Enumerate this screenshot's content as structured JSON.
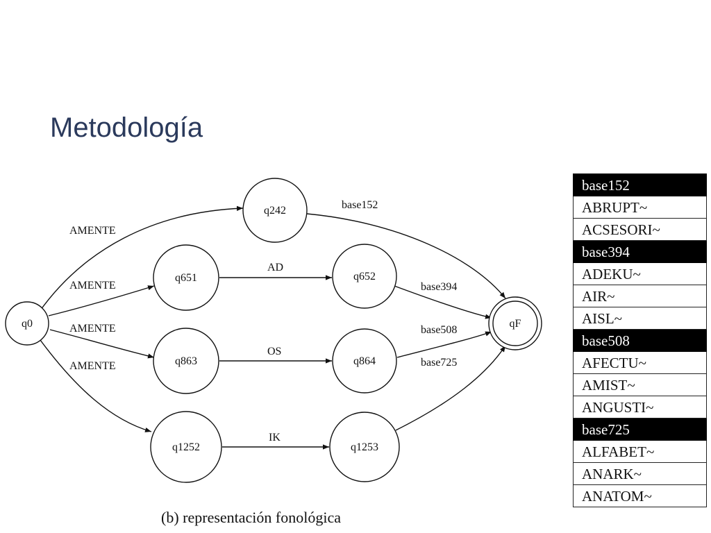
{
  "title": "Metodología",
  "diagram": {
    "states": [
      {
        "id": "q0",
        "label": "q0",
        "final": false
      },
      {
        "id": "q242",
        "label": "q242",
        "final": false
      },
      {
        "id": "q651",
        "label": "q651",
        "final": false
      },
      {
        "id": "q652",
        "label": "q652",
        "final": false
      },
      {
        "id": "q863",
        "label": "q863",
        "final": false
      },
      {
        "id": "q864",
        "label": "q864",
        "final": false
      },
      {
        "id": "q1252",
        "label": "q1252",
        "final": false
      },
      {
        "id": "q1253",
        "label": "q1253",
        "final": false
      },
      {
        "id": "qF",
        "label": "qF",
        "final": true
      }
    ],
    "transitions": [
      {
        "from": "q0",
        "to": "q242",
        "label": "AMENTE"
      },
      {
        "from": "q0",
        "to": "q651",
        "label": "AMENTE"
      },
      {
        "from": "q0",
        "to": "q863",
        "label": "AMENTE"
      },
      {
        "from": "q0",
        "to": "q1252",
        "label": "AMENTE"
      },
      {
        "from": "q651",
        "to": "q652",
        "label": "AD"
      },
      {
        "from": "q863",
        "to": "q864",
        "label": "OS"
      },
      {
        "from": "q1252",
        "to": "q1253",
        "label": "IK"
      },
      {
        "from": "q242",
        "to": "qF",
        "label": "base152"
      },
      {
        "from": "q652",
        "to": "qF",
        "label": "base394"
      },
      {
        "from": "q864",
        "to": "qF",
        "label": "base508"
      },
      {
        "from": "q1253",
        "to": "qF",
        "label": "base725"
      }
    ],
    "caption": "(b) representación fonológica"
  },
  "lexicon": [
    {
      "text": "base152",
      "header": true
    },
    {
      "text": "ABRUPT~",
      "header": false
    },
    {
      "text": "ACSESORI~",
      "header": false
    },
    {
      "text": "base394",
      "header": true
    },
    {
      "text": "ADEKU~",
      "header": false
    },
    {
      "text": "AIR~",
      "header": false
    },
    {
      "text": "AISL~",
      "header": false
    },
    {
      "text": "base508",
      "header": true
    },
    {
      "text": "AFECTU~",
      "header": false
    },
    {
      "text": "AMIST~",
      "header": false
    },
    {
      "text": "ANGUSTI~",
      "header": false
    },
    {
      "text": "base725",
      "header": true
    },
    {
      "text": "ALFABET~",
      "header": false
    },
    {
      "text": "ANARK~",
      "header": false
    },
    {
      "text": "ANATOM~",
      "header": false
    }
  ]
}
